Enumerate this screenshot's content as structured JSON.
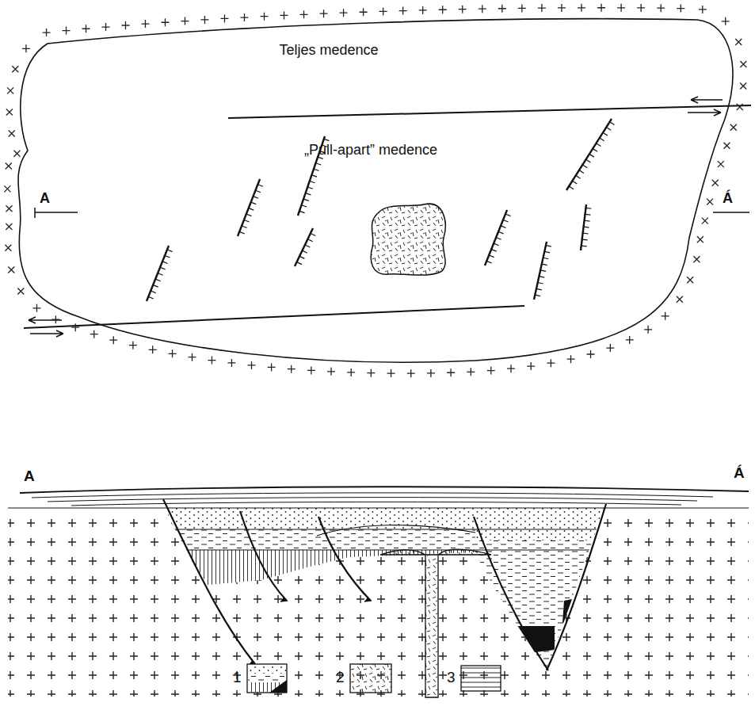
{
  "diagram": {
    "nodes": [
      {
        "text": [
          "Teljes medence"
        ]
      },
      {
        "text": [
          "„Pull-apart” medence"
        ],
        "in": 0
      }
    ],
    "labels": [
      "A",
      "Á",
      "A",
      "Á"
    ],
    "legend": [
      {
        "text": "1"
      },
      {
        "text": "2"
      },
      {
        "text": "3"
      }
    ]
  }
}
